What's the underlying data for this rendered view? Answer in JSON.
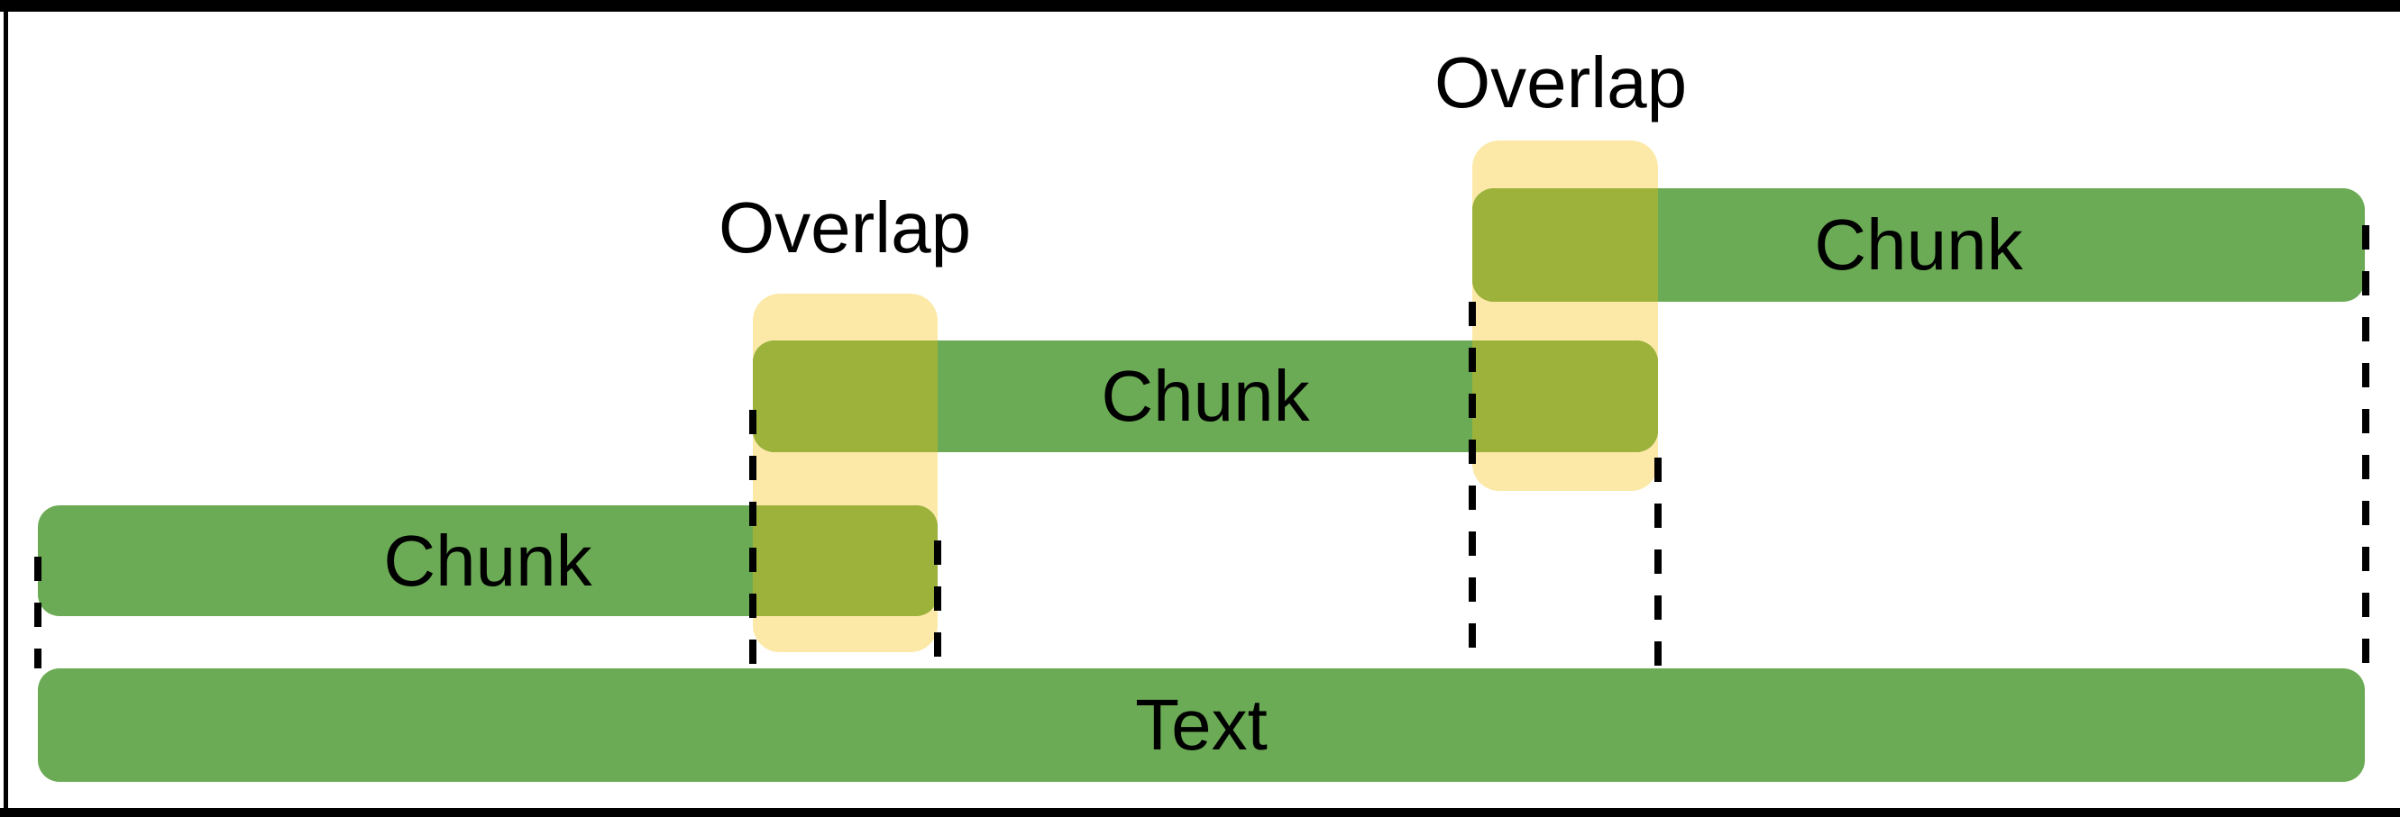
{
  "diagram": {
    "kind": "text-chunking-with-overlap",
    "colors": {
      "chunk_green": "#6CAB55",
      "overlap_olive": "#9DB23B",
      "overlap_yellow": "#FCE9A8",
      "background": "#FFFFFF",
      "frame": "#000000"
    },
    "overlap_labels": [
      {
        "text": "Overlap"
      },
      {
        "text": "Overlap"
      }
    ],
    "chunks": [
      {
        "label": "Chunk"
      },
      {
        "label": "Chunk"
      },
      {
        "label": "Chunk"
      }
    ],
    "text_bar": {
      "label": "Text"
    }
  }
}
